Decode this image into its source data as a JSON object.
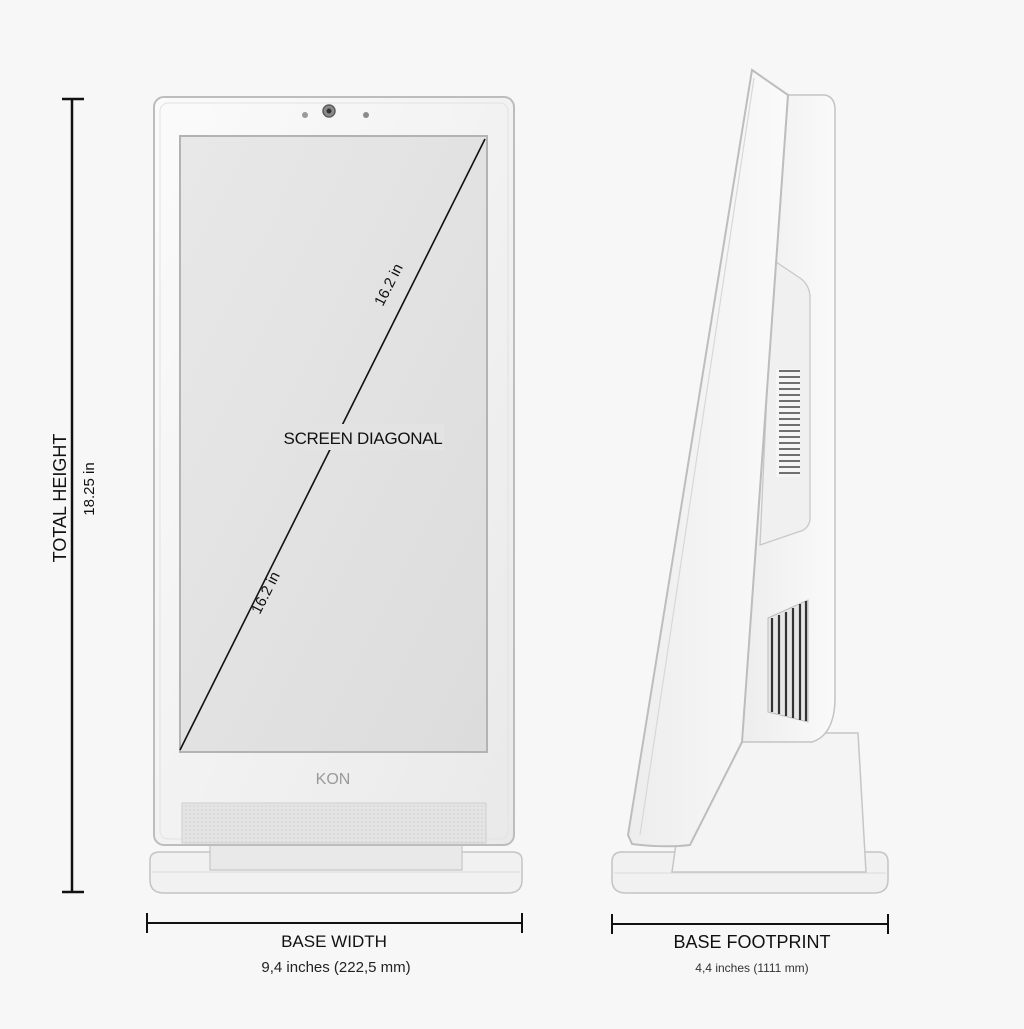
{
  "dimensions": {
    "total_height_label": "TOTAL HEIGHT",
    "total_height_value": "18.25 in",
    "screen_diagonal_label": "SCREEN DIAGONAL",
    "screen_diagonal_value_upper": "16.2 in",
    "screen_diagonal_value_lower": "16.2 in",
    "base_width_label": "BASE WIDTH",
    "base_width_value": "9,4 inches (222,5 mm)",
    "base_footprint_label": "BASE FOOTPRINT",
    "base_footprint_value": "4,4 inches (1111 mm)"
  },
  "device": {
    "brand": "KON"
  },
  "colors": {
    "background": "#f7f7f7",
    "device_body": "#f3f3f3",
    "screen": "#e3e3e3",
    "outline": "#bdbdbd",
    "ink": "#111111"
  }
}
